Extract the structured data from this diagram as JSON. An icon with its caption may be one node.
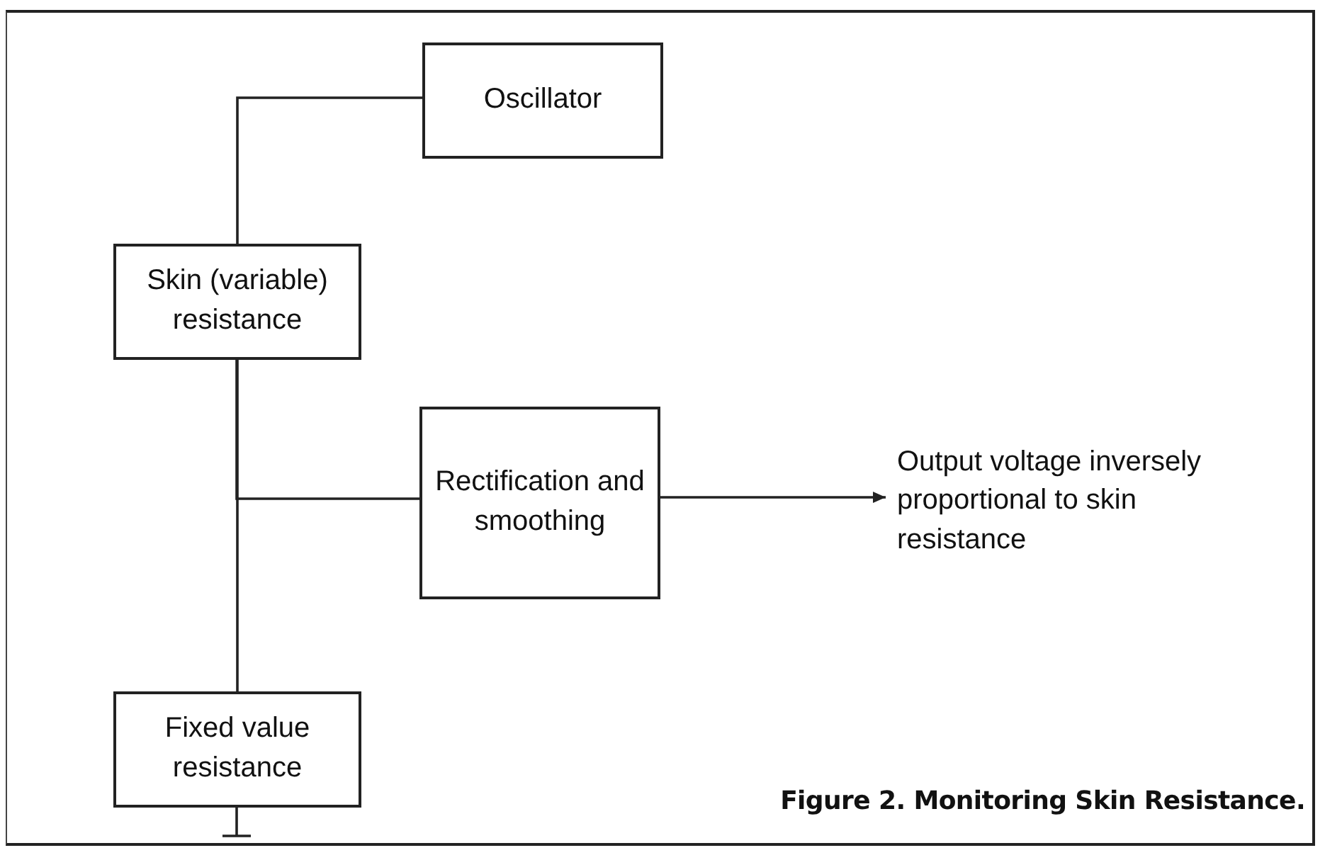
{
  "diagram": {
    "caption": "Figure 2. Monitoring Skin Resistance.",
    "nodes": [
      {
        "text": [
          "Oscillator"
        ]
      },
      {
        "text": [
          "Skin (variable) resistance"
        ]
      },
      {
        "text": [
          "Rectification and smoothing"
        ]
      },
      {
        "text": [
          "Fixed value resistance"
        ]
      },
      {
        "text": [
          "Output voltage inversely proportional to skin resistance"
        ]
      }
    ],
    "edges": [
      {
        "from": 0,
        "to": 1,
        "arrow": "none"
      },
      {
        "from": 1,
        "to": 3,
        "arrow": "none"
      },
      {
        "from": 1,
        "to": 2,
        "arrow": "none"
      },
      {
        "from": 2,
        "to": 4,
        "arrow": "to"
      }
    ]
  }
}
